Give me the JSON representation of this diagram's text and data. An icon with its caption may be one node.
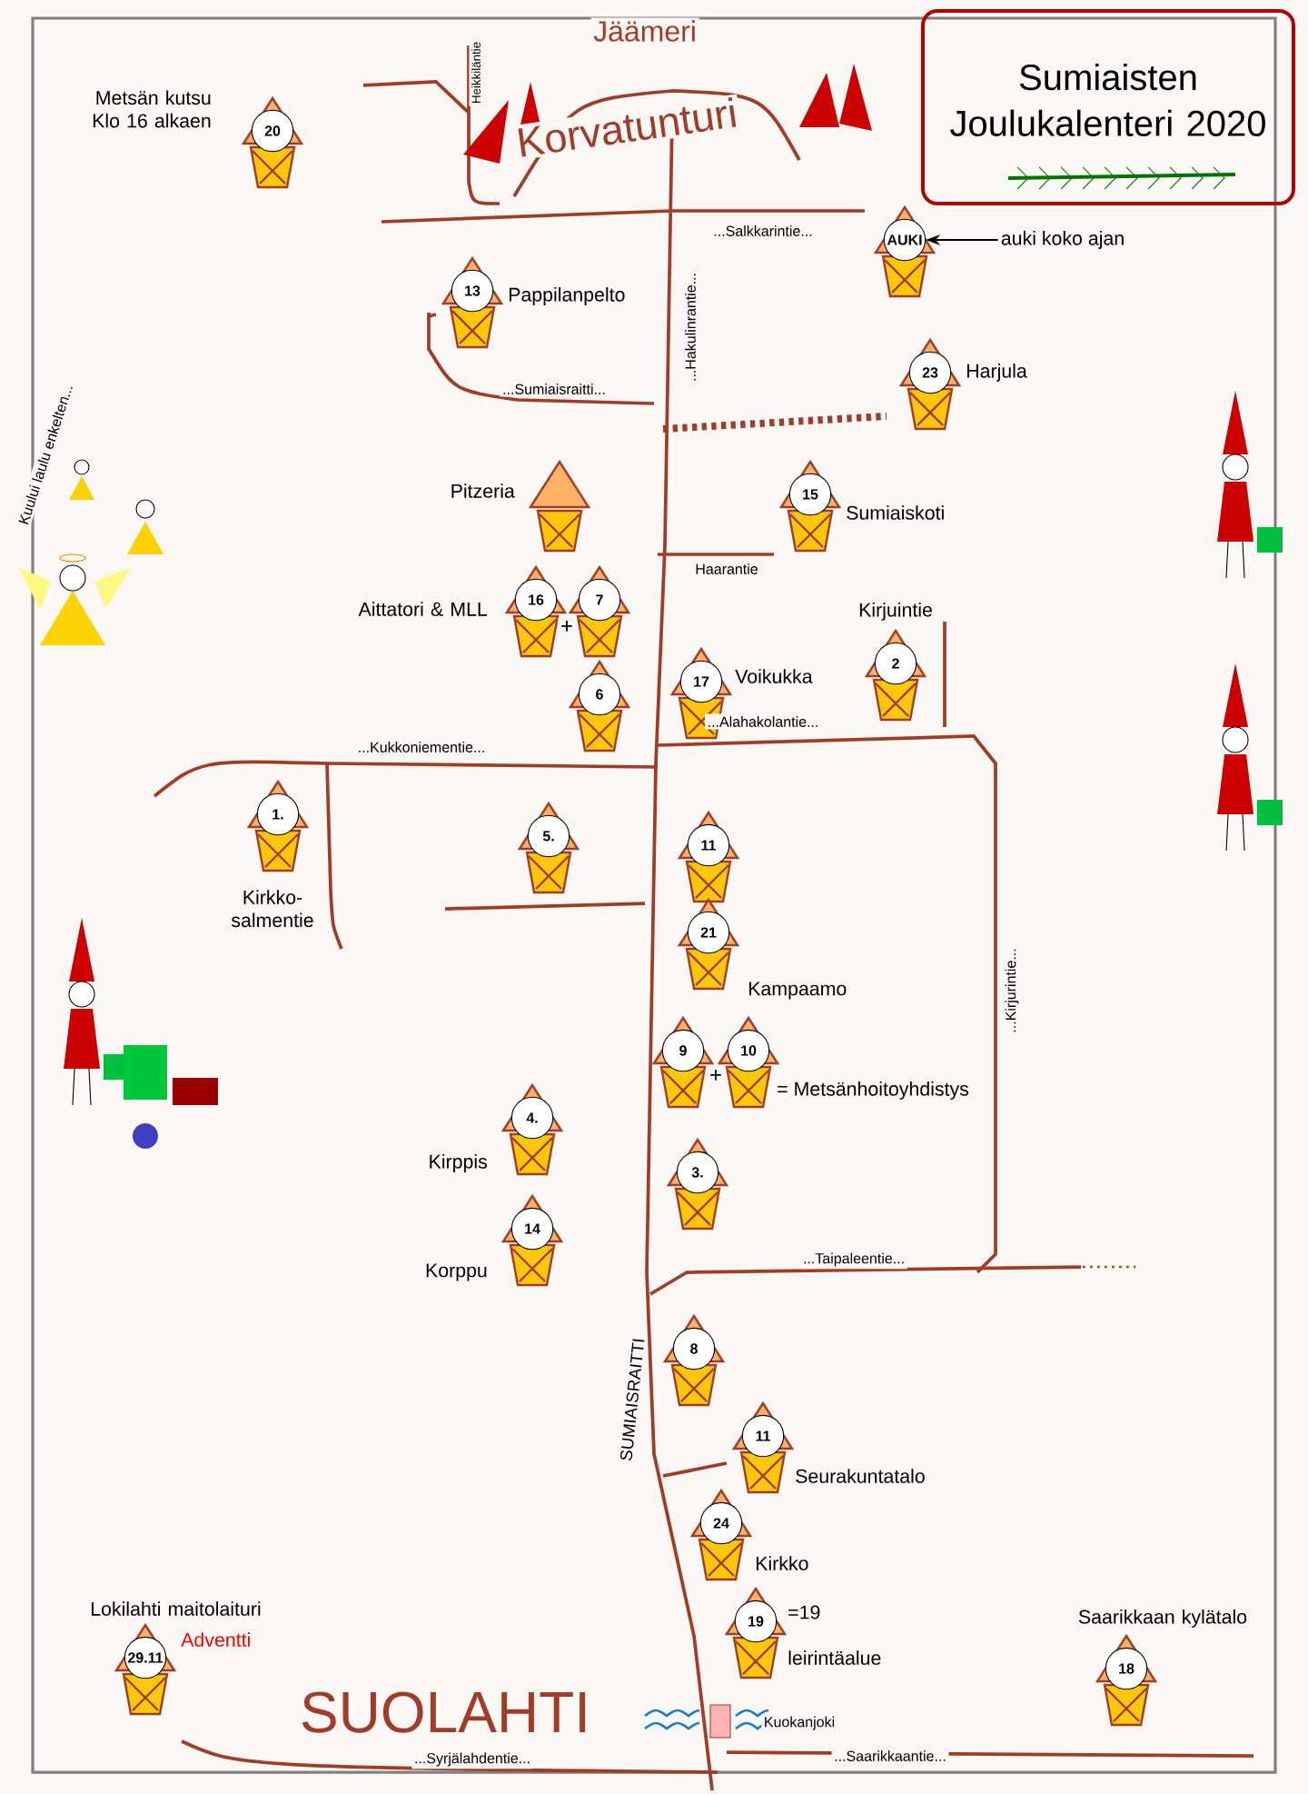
{
  "diagram": {
    "title": "Sumiaisten Joulukalenteri 2020",
    "nodes": [
      {
        "text": [
          "20"
        ],
        "beside": [
          "Metsän kutsu Klo 16 alkaen"
        ]
      },
      {
        "text": [
          "AUKI"
        ]
      },
      {
        "text": [
          "auki koko ajan"
        ]
      },
      {
        "text": [
          "13"
        ],
        "beside": [
          "Pappilanpelto"
        ]
      },
      {
        "text": [
          "23"
        ],
        "beside": [
          "Harjula"
        ]
      },
      {
        "text": [],
        "shape": "picture",
        "beside": [
          "Pitzeria"
        ]
      },
      {
        "text": [
          "15"
        ],
        "beside": [
          "Sumiaiskoti"
        ]
      },
      {
        "text": [
          "16"
        ],
        "beside": [
          "Aittatori & MLL"
        ]
      },
      {
        "text": [
          "7"
        ]
      },
      {
        "text": [
          "6"
        ]
      },
      {
        "text": [
          "17"
        ],
        "beside": [
          "Voikukka"
        ]
      },
      {
        "text": [
          "2"
        ],
        "beside": [
          "Kirjuintie"
        ]
      },
      {
        "text": [
          "1."
        ],
        "beside": [
          "Kirkko-salmentie"
        ]
      },
      {
        "text": [
          "5."
        ]
      },
      {
        "text": [
          "11"
        ]
      },
      {
        "text": [
          "21"
        ],
        "beside": [
          "Kampaamo"
        ]
      },
      {
        "text": [
          "9"
        ]
      },
      {
        "text": [
          "10"
        ],
        "beside": [
          "= Metsänhoitoyhdistys"
        ]
      },
      {
        "text": [
          "4."
        ],
        "beside": [
          "Kirppis"
        ]
      },
      {
        "text": [
          "14"
        ],
        "beside": [
          "Korppu"
        ]
      },
      {
        "text": [
          "3."
        ]
      },
      {
        "text": [
          "8"
        ]
      },
      {
        "text": [
          "11"
        ],
        "beside": [
          "Seurakuntatalo"
        ]
      },
      {
        "text": [
          "24"
        ],
        "beside": [
          "Kirkko"
        ]
      },
      {
        "text": [
          "19"
        ],
        "beside": [
          "=19",
          "leirintäalue"
        ]
      },
      {
        "text": [
          "29.11"
        ],
        "beside": [
          "Lokilahti maitolaituri",
          "Adventti"
        ]
      },
      {
        "text": [
          "18"
        ],
        "beside": [
          "Saarikkaan kylätalo"
        ]
      }
    ],
    "edges": [
      {
        "from": 2,
        "to": 1,
        "arrow": "to"
      }
    ],
    "labels": [
      "Jäämeri",
      "Korvatunturi",
      "Heikkiläntie",
      "...Salkkarintie...",
      "...Hakulinrantie...",
      "...Sumiaisraitti...",
      "Haarantie",
      "...Alahakolantie...",
      "...Kukkoniementie...",
      "...Kirjurintie...",
      "...Taipaleentie...",
      "SUMIAISRAITTI",
      "Kuokanjoki",
      "...Saarikkaantie...",
      "...Syrjälahdentie...",
      "SUOLAHTI",
      "Kuului laulu enkelten...",
      "+",
      "+"
    ]
  }
}
